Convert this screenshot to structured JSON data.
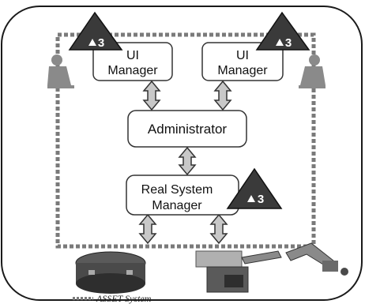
{
  "diagram": {
    "boxes": {
      "ui_manager_left": {
        "line1": "UI",
        "line2": "Manager"
      },
      "ui_manager_right": {
        "line1": "UI",
        "line2": "Manager"
      },
      "administrator": {
        "label": "Administrator"
      },
      "real_system_manager": {
        "line1": "Real System",
        "line2": "Manager"
      }
    },
    "markers": {
      "left": {
        "label": "3"
      },
      "right": {
        "label": "3"
      },
      "real": {
        "label": "3"
      }
    },
    "legend": {
      "label": "ASSET System"
    },
    "colors": {
      "border": "#7a7a7a",
      "triangle": "#3a3a3a",
      "arrow_fill": "#c8c8c8",
      "box_fill": "#ffffff"
    }
  }
}
